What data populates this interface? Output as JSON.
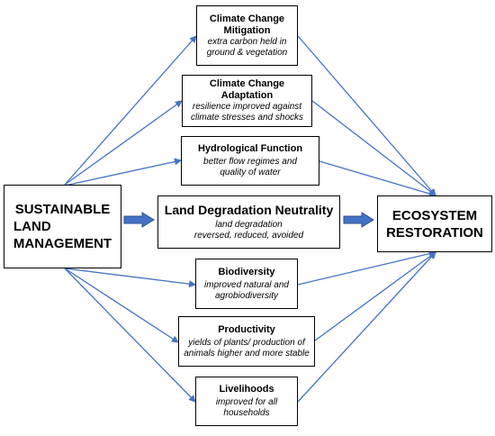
{
  "colors": {
    "arrow": "#4472C4",
    "arrow_dark": "#2F528F",
    "border": "#000000"
  },
  "left_box": {
    "label_line1": "SUSTAINABLE",
    "label_line2": "LAND",
    "label_line3": "MANAGEMENT"
  },
  "right_box": {
    "label_line1": "ECOSYSTEM",
    "label_line2": "RESTORATION"
  },
  "center_box": {
    "title": "Land Degradation Neutrality",
    "desc_line1": "land degradation",
    "desc_line2": "reversed, reduced, avoided"
  },
  "boxes": [
    {
      "title_line1": "Climate Change",
      "title_line2": "Mitigation",
      "desc_line1": "extra carbon held in",
      "desc_line2": "ground & vegetation"
    },
    {
      "title_line1": "Climate Change",
      "title_line2": "Adaptation",
      "desc_line1": "resilience improved against",
      "desc_line2": "climate stresses and shocks"
    },
    {
      "title_line1": "Hydrological Function",
      "desc_line1": "better flow regimes and",
      "desc_line2": "quality of water"
    },
    {
      "title_line1": "Biodiversity",
      "desc_line1": "improved natural and",
      "desc_line2": "agrobiodiversity"
    },
    {
      "title_line1": "Productivity",
      "desc_line1": "yields of plants/ production of",
      "desc_line2": "animals higher and more stable"
    },
    {
      "title_line1": "Livelihoods",
      "desc_line1": "improved for all",
      "desc_line2": "households"
    }
  ]
}
